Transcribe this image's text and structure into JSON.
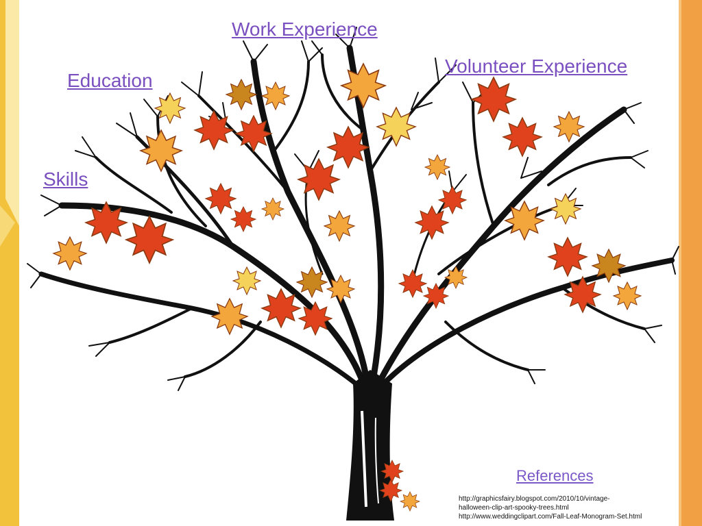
{
  "links": {
    "work": "Work Experience",
    "volunteer": "Volunteer Experience",
    "education": "Education",
    "skills": "Skills",
    "references": "References"
  },
  "credits": [
    "http://graphicsfairy.blogspot.com/2010/10/vintage-",
    "halloween-clip-art-spooky-trees.html",
    "http://www.weddingclipart.com/Fall-Leaf-Monogram-Set.html"
  ],
  "colors": {
    "link": "#7a4fbf",
    "left_bar": "#f2c23c",
    "left_bar_light": "#fbe9a8",
    "right_bar": "#f2a044",
    "leaf_red": "#e0421e",
    "leaf_orange": "#f2a63c",
    "leaf_yellow": "#f5d25a",
    "leaf_brown": "#c9861f",
    "branch": "#111111"
  },
  "illustration": "autumn-tree-with-maple-leaves"
}
